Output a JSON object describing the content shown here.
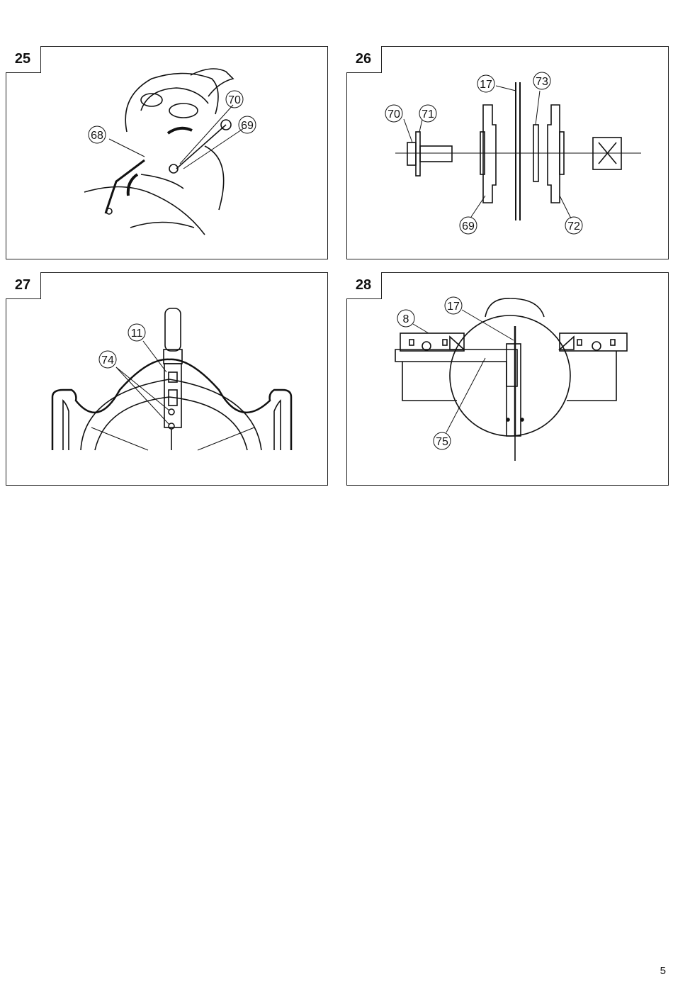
{
  "figures": [
    {
      "number": "25",
      "callouts": [
        "68",
        "70",
        "69"
      ]
    },
    {
      "number": "26",
      "callouts": [
        "70",
        "71",
        "17",
        "73",
        "69",
        "72"
      ]
    },
    {
      "number": "27",
      "callouts": [
        "11",
        "74"
      ]
    },
    {
      "number": "28",
      "callouts": [
        "8",
        "17",
        "75"
      ]
    }
  ],
  "page_number": "5"
}
